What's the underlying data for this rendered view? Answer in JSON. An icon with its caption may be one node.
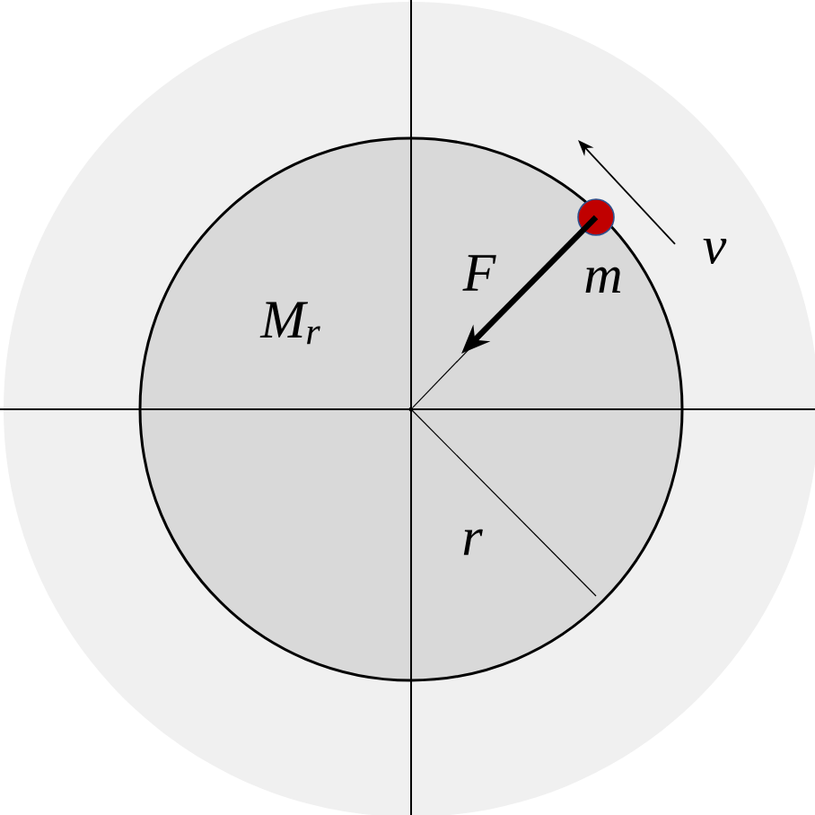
{
  "diagram": {
    "nodes": [
      {
        "text": [],
        "shape": "circle"
      },
      {
        "text": [
          "M$_{r}$"
        ],
        "in": 0
      },
      {
        "text": [],
        "shape": "circle",
        "beside": [
          "m"
        ],
        "in": 1
      },
      {
        "text": [],
        "shape": "point",
        "in": 1
      }
    ],
    "edges": [
      {
        "from": 2,
        "to": null,
        "arrow": "to",
        "label": "F",
        "style": "thick"
      },
      {
        "from": 3,
        "to": 2,
        "arrow": "none"
      }
    ],
    "labels": [
      "v",
      "r"
    ]
  }
}
